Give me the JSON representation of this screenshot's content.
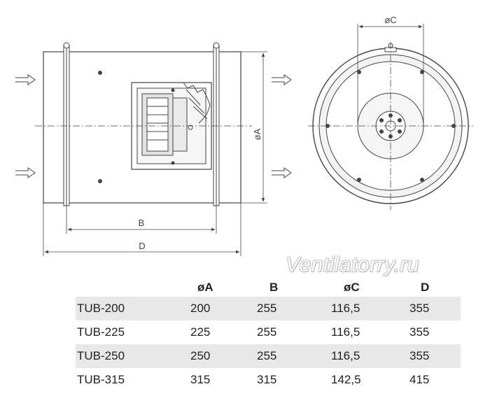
{
  "dimension_labels": {
    "dim_a": "øA",
    "dim_b": "B",
    "dim_c": "øC",
    "dim_d": "D"
  },
  "watermark": "Ventilatorry.ru",
  "table": {
    "headers": [
      "",
      "øA",
      "B",
      "øC",
      "D"
    ],
    "rows": [
      [
        "TUB-200",
        "200",
        "255",
        "116,5",
        "355"
      ],
      [
        "TUB-225",
        "225",
        "255",
        "116,5",
        "355"
      ],
      [
        "TUB-250",
        "250",
        "255",
        "116,5",
        "355"
      ],
      [
        "TUB-315",
        "315",
        "315",
        "142,5",
        "415"
      ]
    ]
  },
  "colors": {
    "line": "#444444",
    "row_shade": "#e8e8e8"
  }
}
